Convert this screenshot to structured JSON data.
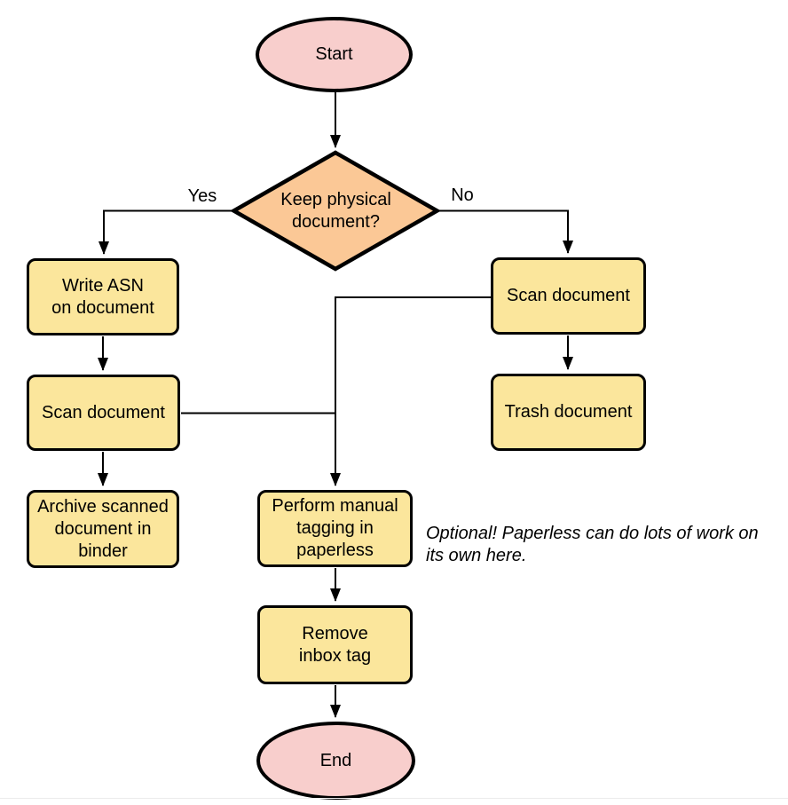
{
  "diagram": {
    "colors": {
      "background": "#FFFFFF",
      "terminal": "#F8CECC",
      "decision": "#FBC896",
      "process": "#FBE69C",
      "stroke": "#000000"
    },
    "nodes": {
      "start": {
        "label": "Start"
      },
      "decision": {
        "label": "Keep physical\ndocument?"
      },
      "write_asn": {
        "label": "Write ASN\non document"
      },
      "scan_left": {
        "label": "Scan document"
      },
      "archive": {
        "label": "Archive scanned\ndocument in\nbinder"
      },
      "scan_right": {
        "label": "Scan document"
      },
      "trash": {
        "label": "Trash document"
      },
      "tagging": {
        "label": "Perform manual\ntagging in\npaperless"
      },
      "remove_inbox": {
        "label": "Remove\ninbox tag"
      },
      "end": {
        "label": "End"
      }
    },
    "edge_labels": {
      "yes": "Yes",
      "no": "No"
    },
    "annotation": "Optional! Paperless can do lots of work on\nits own here."
  }
}
